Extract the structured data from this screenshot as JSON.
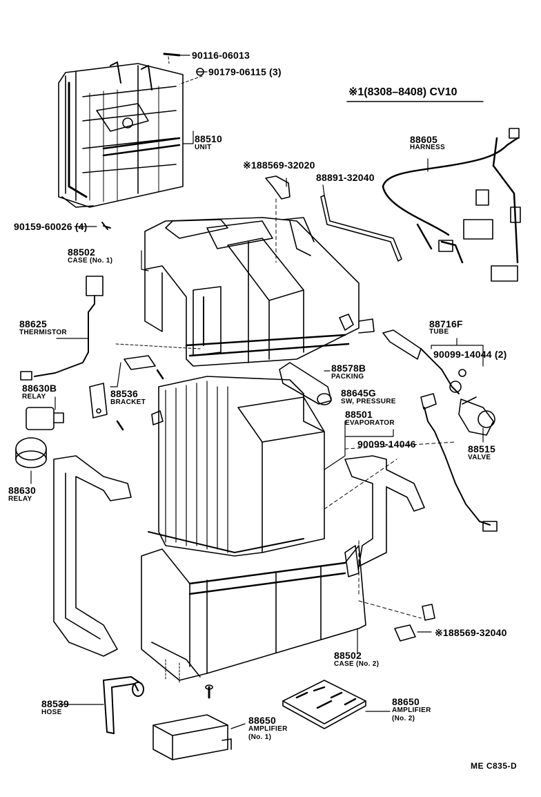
{
  "header": {
    "variant_note": "※1(8308–8408) CV10"
  },
  "footer": {
    "code": "ME  C835-D"
  },
  "parts": [
    {
      "number": "90116-06013"
    },
    {
      "number": "90179-06115 (3)"
    },
    {
      "number": "88510",
      "name": "UNIT"
    },
    {
      "number": "90159-60026 (4)"
    },
    {
      "number": "※188569-32020"
    },
    {
      "number": "88891-32040"
    },
    {
      "number": "88605",
      "name": "HARNESS"
    },
    {
      "number": "88502",
      "name": "CASE (No. 1)"
    },
    {
      "number": "88625",
      "name": "THERMISTOR"
    },
    {
      "number": "88716F",
      "name": "TUBE"
    },
    {
      "number": "90099-14044 (2)"
    },
    {
      "number": "88578B",
      "name": "PACKING"
    },
    {
      "number": "88630B",
      "name": "RELAY"
    },
    {
      "number": "88536",
      "name": "BRACKET"
    },
    {
      "number": "88645G",
      "name": "SW, PRESSURE"
    },
    {
      "number": "88501",
      "name": "EVAPORATOR"
    },
    {
      "number": "90099-14046"
    },
    {
      "number": "88515",
      "name": "VALVE"
    },
    {
      "number": "88630",
      "name": "RELAY"
    },
    {
      "number": "※188569-32040"
    },
    {
      "number": "88502",
      "name": "CASE (No. 2)"
    },
    {
      "number": "88539",
      "name": "HOSE"
    },
    {
      "number": "88650",
      "name": "AMPLIFIER",
      "qualifier": "(No. 2)"
    },
    {
      "number": "88650",
      "name": "AMPLIFIER",
      "qualifier": "(No. 1)"
    }
  ]
}
